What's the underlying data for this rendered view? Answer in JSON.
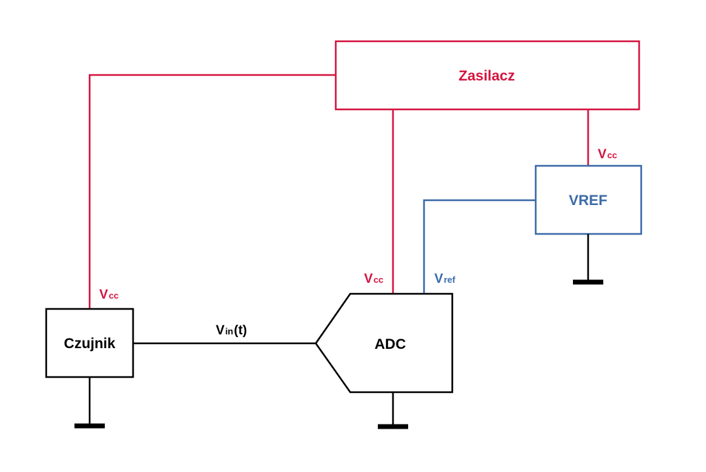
{
  "colors": {
    "power": "#d4143f",
    "reference": "#3b6aa8",
    "signal": "#000000",
    "background": "#ffffff"
  },
  "blocks": {
    "supply": "Zasilacz",
    "vref": "VREF",
    "sensor": "Czujnik",
    "adc": "ADC"
  },
  "labels": {
    "vcc_main": "V",
    "vcc_sub": "cc",
    "vref_main": "V",
    "vref_sub": "ref",
    "vin_main": "V",
    "vin_sub": "in",
    "vin_suffix": "(t)"
  }
}
